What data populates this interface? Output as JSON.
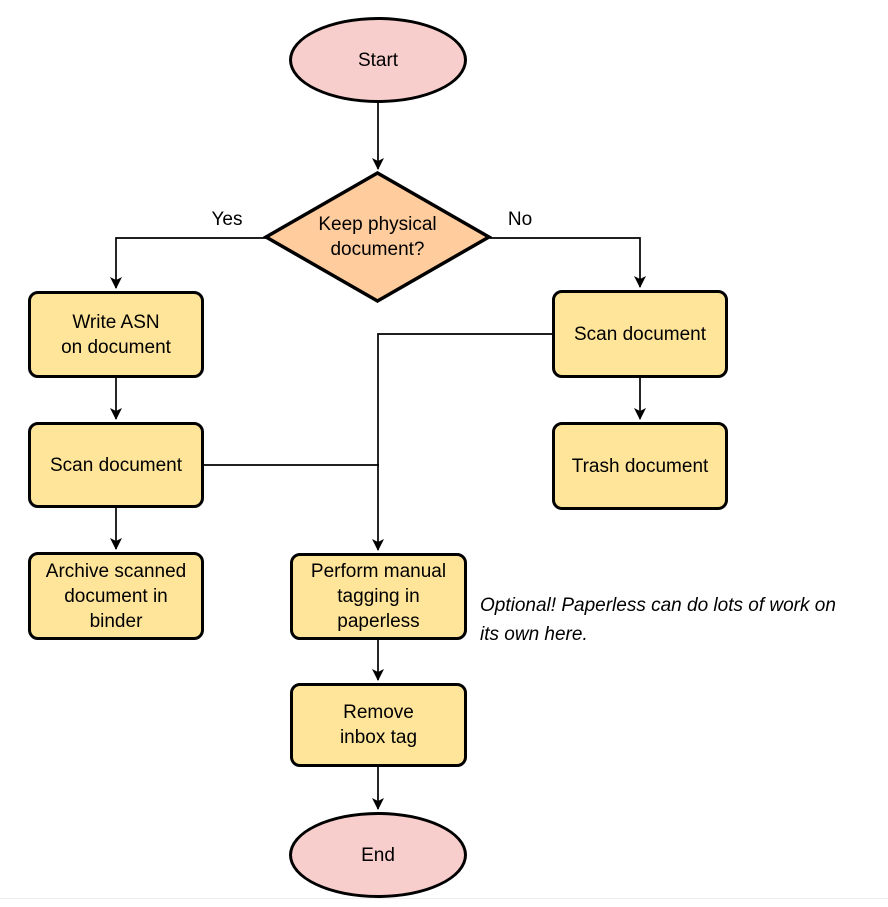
{
  "diagram": {
    "type": "flowchart",
    "colors": {
      "terminal_fill": "#f8cecc",
      "decision_fill": "#ffcc9e",
      "process_fill": "#ffe59a",
      "stroke": "#000000"
    },
    "nodes": {
      "start": {
        "label": "Start",
        "shape": "ellipse"
      },
      "decision": {
        "label": "Keep physical\ndocument?",
        "shape": "diamond"
      },
      "write_asn": {
        "label": "Write ASN\non document",
        "shape": "rect"
      },
      "scan_left": {
        "label": "Scan document",
        "shape": "rect"
      },
      "archive": {
        "label": "Archive scanned\ndocument in\nbinder",
        "shape": "rect"
      },
      "scan_right": {
        "label": "Scan document",
        "shape": "rect"
      },
      "trash": {
        "label": "Trash document",
        "shape": "rect"
      },
      "tagging": {
        "label": "Perform manual\ntagging in\npaperless",
        "shape": "rect"
      },
      "remove_inbox": {
        "label": "Remove\ninbox tag",
        "shape": "rect"
      },
      "end": {
        "label": "End",
        "shape": "ellipse"
      }
    },
    "edge_labels": {
      "yes": "Yes",
      "no": "No"
    },
    "edges": [
      {
        "from": "start",
        "to": "decision",
        "label": ""
      },
      {
        "from": "decision",
        "to": "write_asn",
        "label": "Yes"
      },
      {
        "from": "decision",
        "to": "scan_right",
        "label": "No"
      },
      {
        "from": "write_asn",
        "to": "scan_left",
        "label": ""
      },
      {
        "from": "scan_left",
        "to": "archive",
        "label": ""
      },
      {
        "from": "scan_left",
        "to": "tagging",
        "label": ""
      },
      {
        "from": "scan_right",
        "to": "trash",
        "label": ""
      },
      {
        "from": "scan_right",
        "to": "tagging",
        "label": ""
      },
      {
        "from": "tagging",
        "to": "remove_inbox",
        "label": ""
      },
      {
        "from": "remove_inbox",
        "to": "end",
        "label": ""
      }
    ],
    "annotation": "Optional! Paperless can do lots of work on\nits own here."
  }
}
